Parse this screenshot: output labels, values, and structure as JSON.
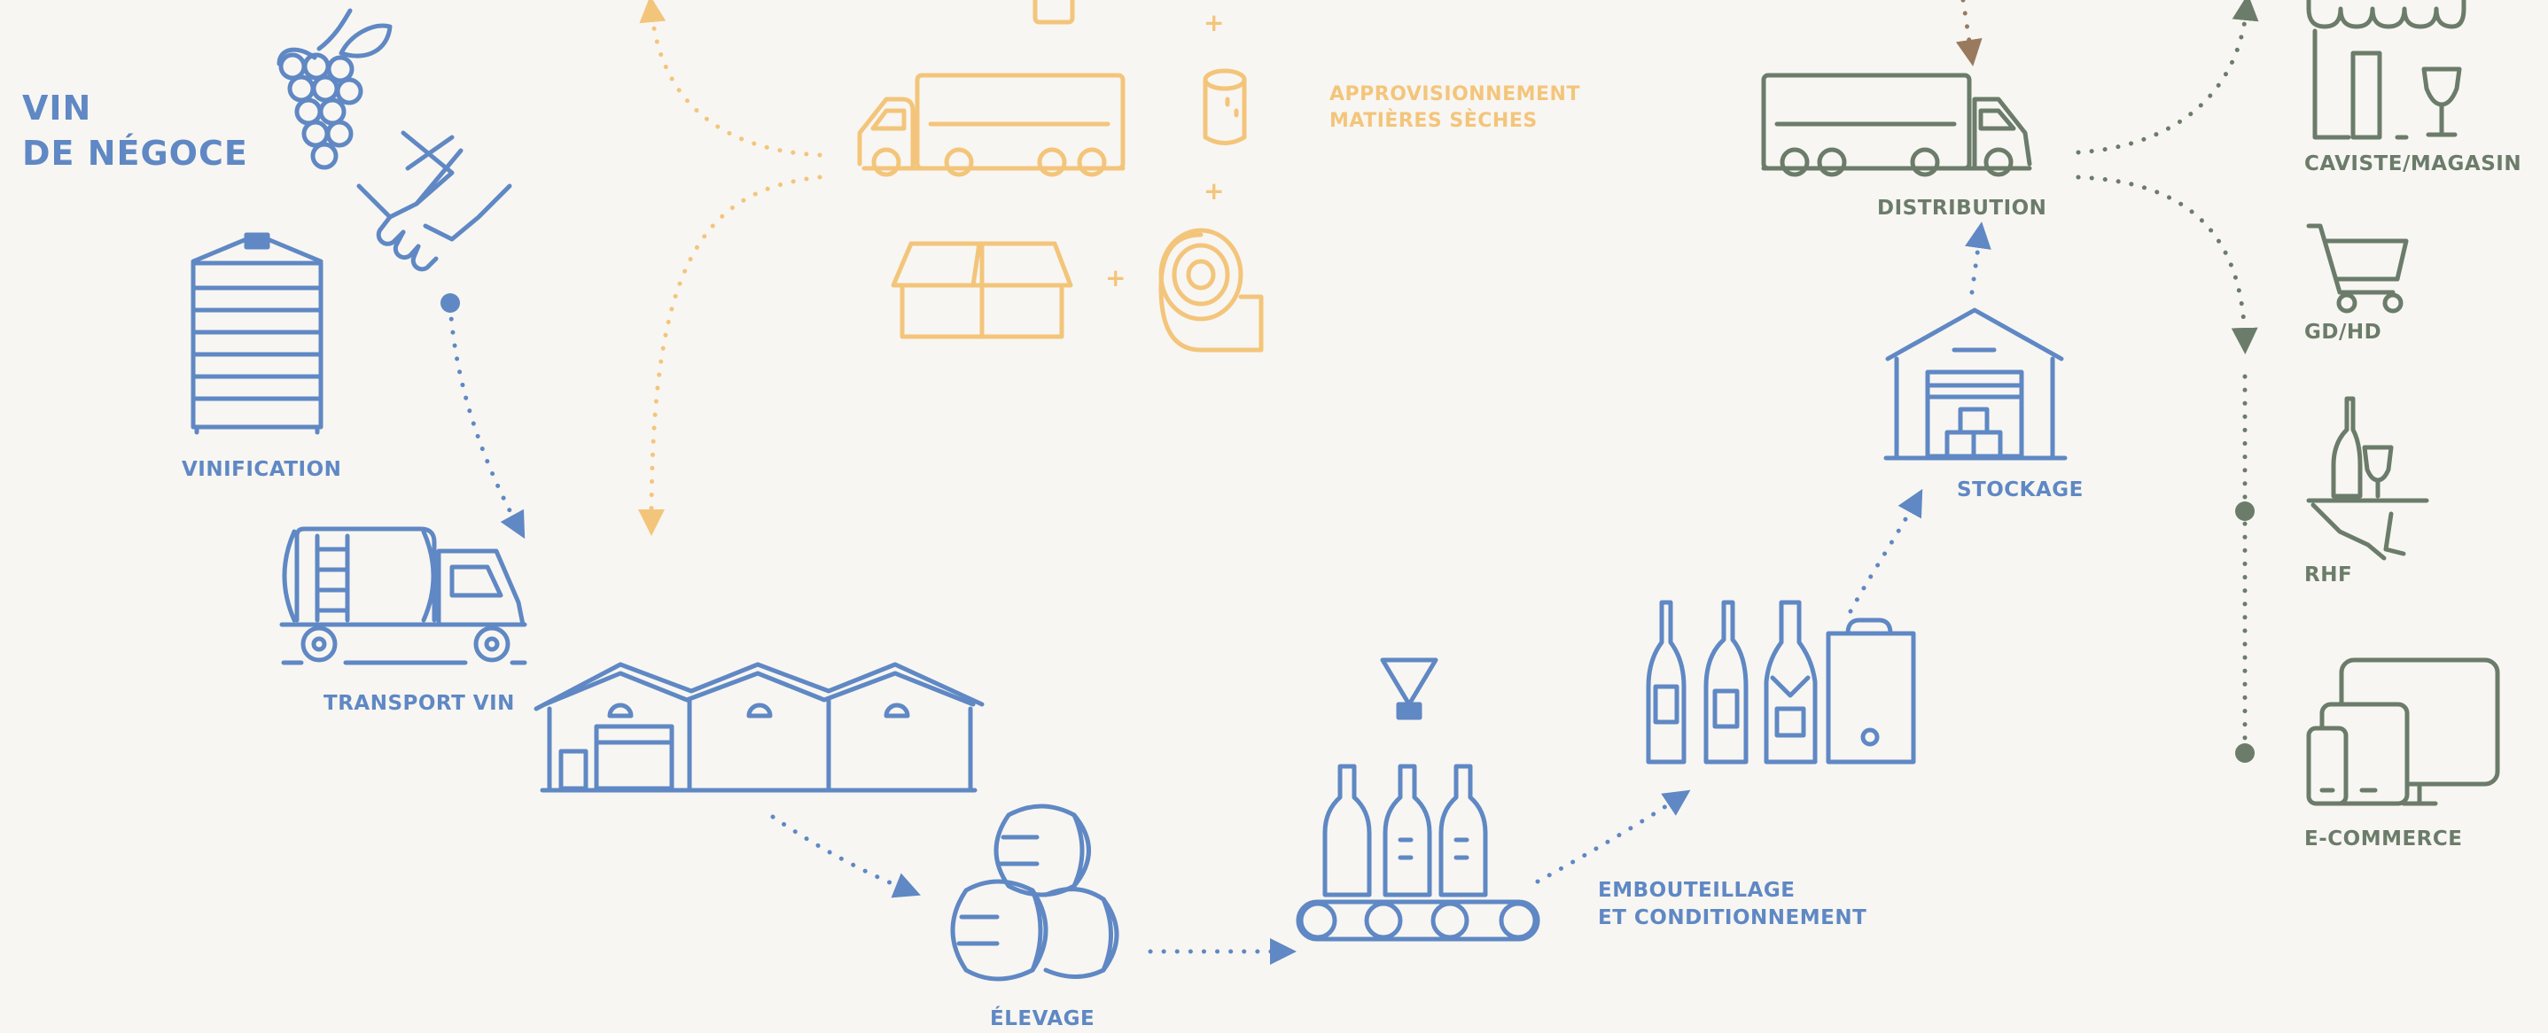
{
  "title": "VIN\nDE NÉGOCE",
  "labels": {
    "approvisionnement": "APPROVISIONNEMENT\nMATIÈRES SÈCHES",
    "distribution": "DISTRIBUTION",
    "caviste": "CAVISTE/MAGASIN",
    "gdhd": "GD/HD",
    "rhf": "RHF",
    "ecommerce": "E-COMMERCE",
    "vinification": "VINIFICATION",
    "transport_vin": "TRANSPORT VIN",
    "stockage": "STOCKAGE",
    "embouteillage": "EMBOUTEILLAGE\nET CONDITIONNEMENT",
    "elevage": "ÉLEVAGE"
  },
  "plus_sign": "+",
  "colors": {
    "blue": "#5f88c4",
    "yellow": "#f3c57b",
    "green": "#6b7c6a",
    "brown": "#9a7a5e",
    "background": "#f8f6f2"
  },
  "icons": [
    "grapes-icon",
    "handshake-icon",
    "wine-tank-icon",
    "tanker-truck-icon",
    "winery-buildings-icon",
    "barrels-icon",
    "bottling-line-icon",
    "bottles-and-bag-in-box-icon",
    "warehouse-icon",
    "delivery-truck-icon",
    "supply-truck-icon",
    "cork-icon",
    "cardboard-box-icon",
    "label-roll-icon",
    "shop-icon",
    "shopping-cart-icon",
    "waiter-icon",
    "devices-icon"
  ]
}
